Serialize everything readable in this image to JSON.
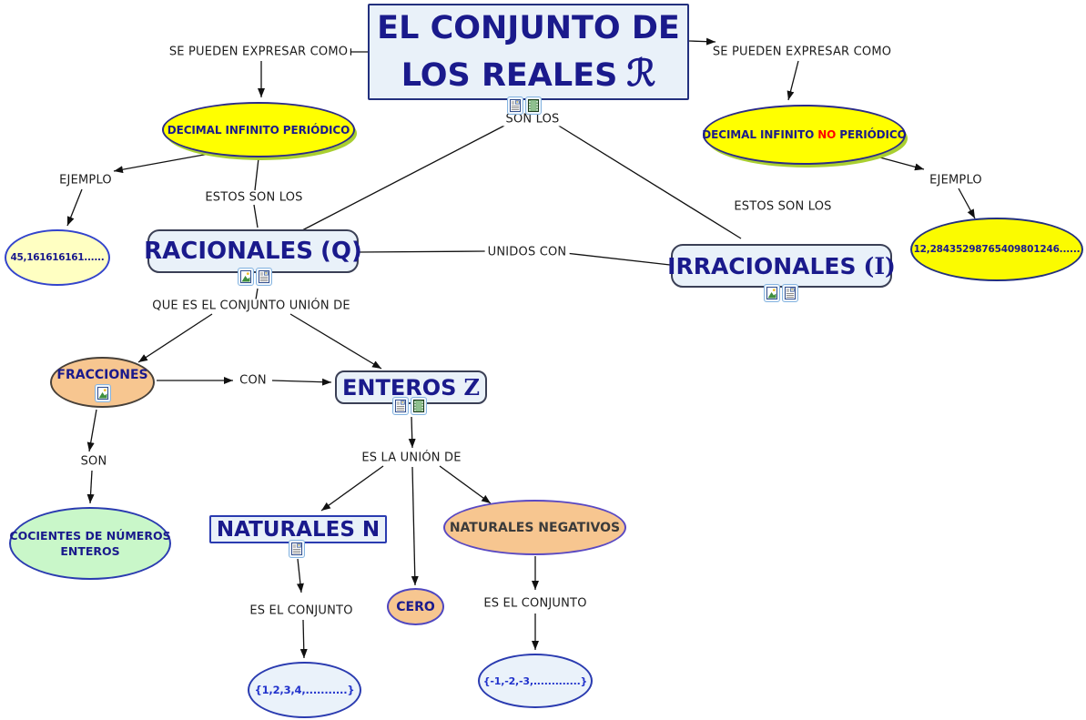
{
  "title": {
    "line1": "EL CONJUNTO DE",
    "line2": "LOS REALES",
    "symbol": "ℛ"
  },
  "phrases": {
    "se_pueden_expresar_como": "SE PUEDEN EXPRESAR COMO",
    "son_los": "SON LOS",
    "estos_son_los": "ESTOS SON LOS",
    "ejemplo": "EJEMPLO",
    "unidos_con": "UNIDOS CON",
    "que_es_el_conjunto_union_de": "QUE ES EL CONJUNTO UNIÓN DE",
    "con": "CON",
    "son": "SON",
    "es_la_union_de": "ES LA UNIÓN DE",
    "es_el_conjunto": "ES EL CONJUNTO"
  },
  "nodes": {
    "decimal_periodico": {
      "label": "DECIMAL INFINITO PERIÓDICO"
    },
    "decimal_no_periodico": {
      "prefix": "DECIMAL INFINITO",
      "highlight": "NO",
      "suffix": "PERIÓDICO"
    },
    "ejemplo_racional": {
      "label": "45,161616161......"
    },
    "ejemplo_irracional": {
      "label": "12,28435298765409801246......"
    },
    "racionales": {
      "label": "RACIONALES",
      "symbol": "(Q)",
      "icons": [
        "image-icon",
        "document-icon"
      ]
    },
    "irracionales": {
      "label": "IRRACIONALES",
      "symbol": "(I)",
      "icons": [
        "image-icon",
        "document-icon"
      ]
    },
    "enteros": {
      "label": "ENTEROS",
      "symbol": "Z",
      "icons": [
        "document-icon",
        "video-icon"
      ]
    },
    "fracciones": {
      "label": "FRACCIONES",
      "icons": [
        "image-icon"
      ]
    },
    "cocientes": {
      "line1": "COCIENTES DE NÚMEROS",
      "line2": "ENTEROS"
    },
    "naturales": {
      "label": "NATURALES N",
      "icons": [
        "document-icon"
      ]
    },
    "cero": {
      "label": "CERO"
    },
    "naturales_negativos": {
      "label": "NATURALES NEGATIVOS"
    },
    "conjunto_naturales": {
      "label": "{1,2,3,4,...........}"
    },
    "conjunto_negativos": {
      "label": "{-1,-2,-3,.............}"
    },
    "title_icons": [
      "document-icon",
      "video-icon"
    ]
  },
  "colors": {
    "navy_text": "#1a1a8c",
    "highlight_red": "#ff0000",
    "node_blue_bg": "#e9f1f9",
    "yellow": "#ffff00",
    "pale_yellow": "#ffffc2",
    "peach": "#f7c690",
    "mint_green": "#c9f7c9",
    "pale_blue": "#eaf2fa",
    "set_text_blue": "#2233cc",
    "shadow_green": "#a9cf30",
    "line_color": "#111111"
  }
}
